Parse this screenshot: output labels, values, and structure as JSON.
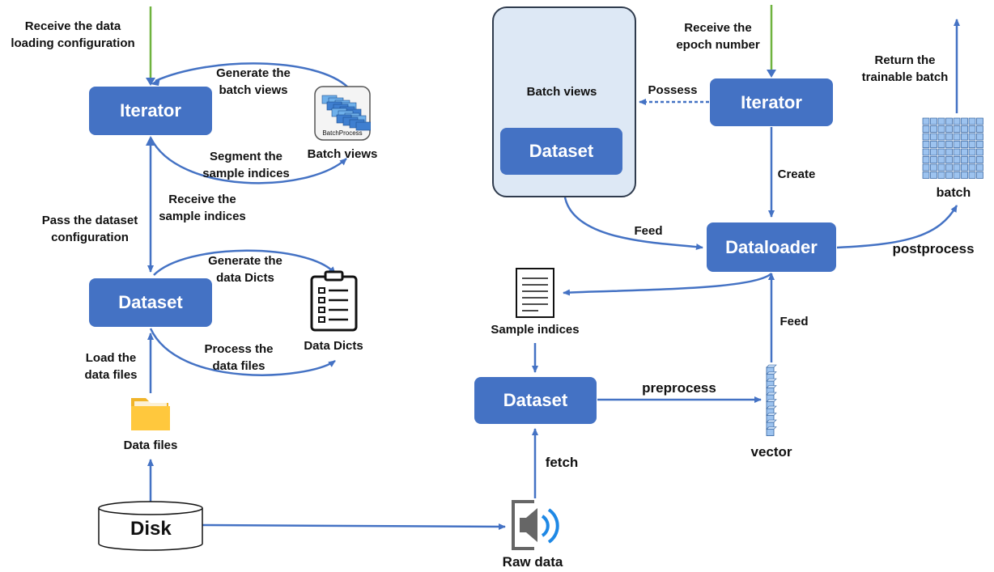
{
  "left": {
    "iterator": "Iterator",
    "dataset": "Dataset",
    "disk": "Disk",
    "receive_config": [
      "Receive the data",
      "loading configuration"
    ],
    "generate_batch_views": [
      "Generate the",
      "batch views"
    ],
    "batch_views": "Batch views",
    "segment_indices": [
      "Segment the",
      "sample indices"
    ],
    "receive_indices": [
      "Receive the",
      "sample indices"
    ],
    "pass_config": [
      "Pass the dataset",
      "configuration"
    ],
    "generate_dicts": [
      "Generate the",
      "data Dicts"
    ],
    "data_dicts": "Data Dicts",
    "process_files": [
      "Process the",
      "data files"
    ],
    "load_files": [
      "Load the",
      "data files"
    ],
    "data_files": "Data files"
  },
  "right": {
    "batch_views": "Batch views",
    "dataset_top": "Dataset",
    "iterator": "Iterator",
    "receive_epoch": [
      "Receive the",
      "epoch number"
    ],
    "possess": "Possess",
    "create": "Create",
    "dataloader": "Dataloader",
    "feed_top": "Feed",
    "return_batch": [
      "Return the",
      "trainable batch"
    ],
    "batch": "batch",
    "postprocess": "postprocess",
    "sample_indices": "Sample indices",
    "feed_right": "Feed",
    "dataset_bottom": "Dataset",
    "preprocess": "preprocess",
    "vector": "vector",
    "fetch": "fetch",
    "raw_data": "Raw data"
  },
  "icons": {
    "batch_process_label": "BatchProcess"
  },
  "colors": {
    "box": "#4472c4",
    "arrow": "#4472c4",
    "input_arrow": "#6fb33f",
    "container": "#dde8f5"
  }
}
